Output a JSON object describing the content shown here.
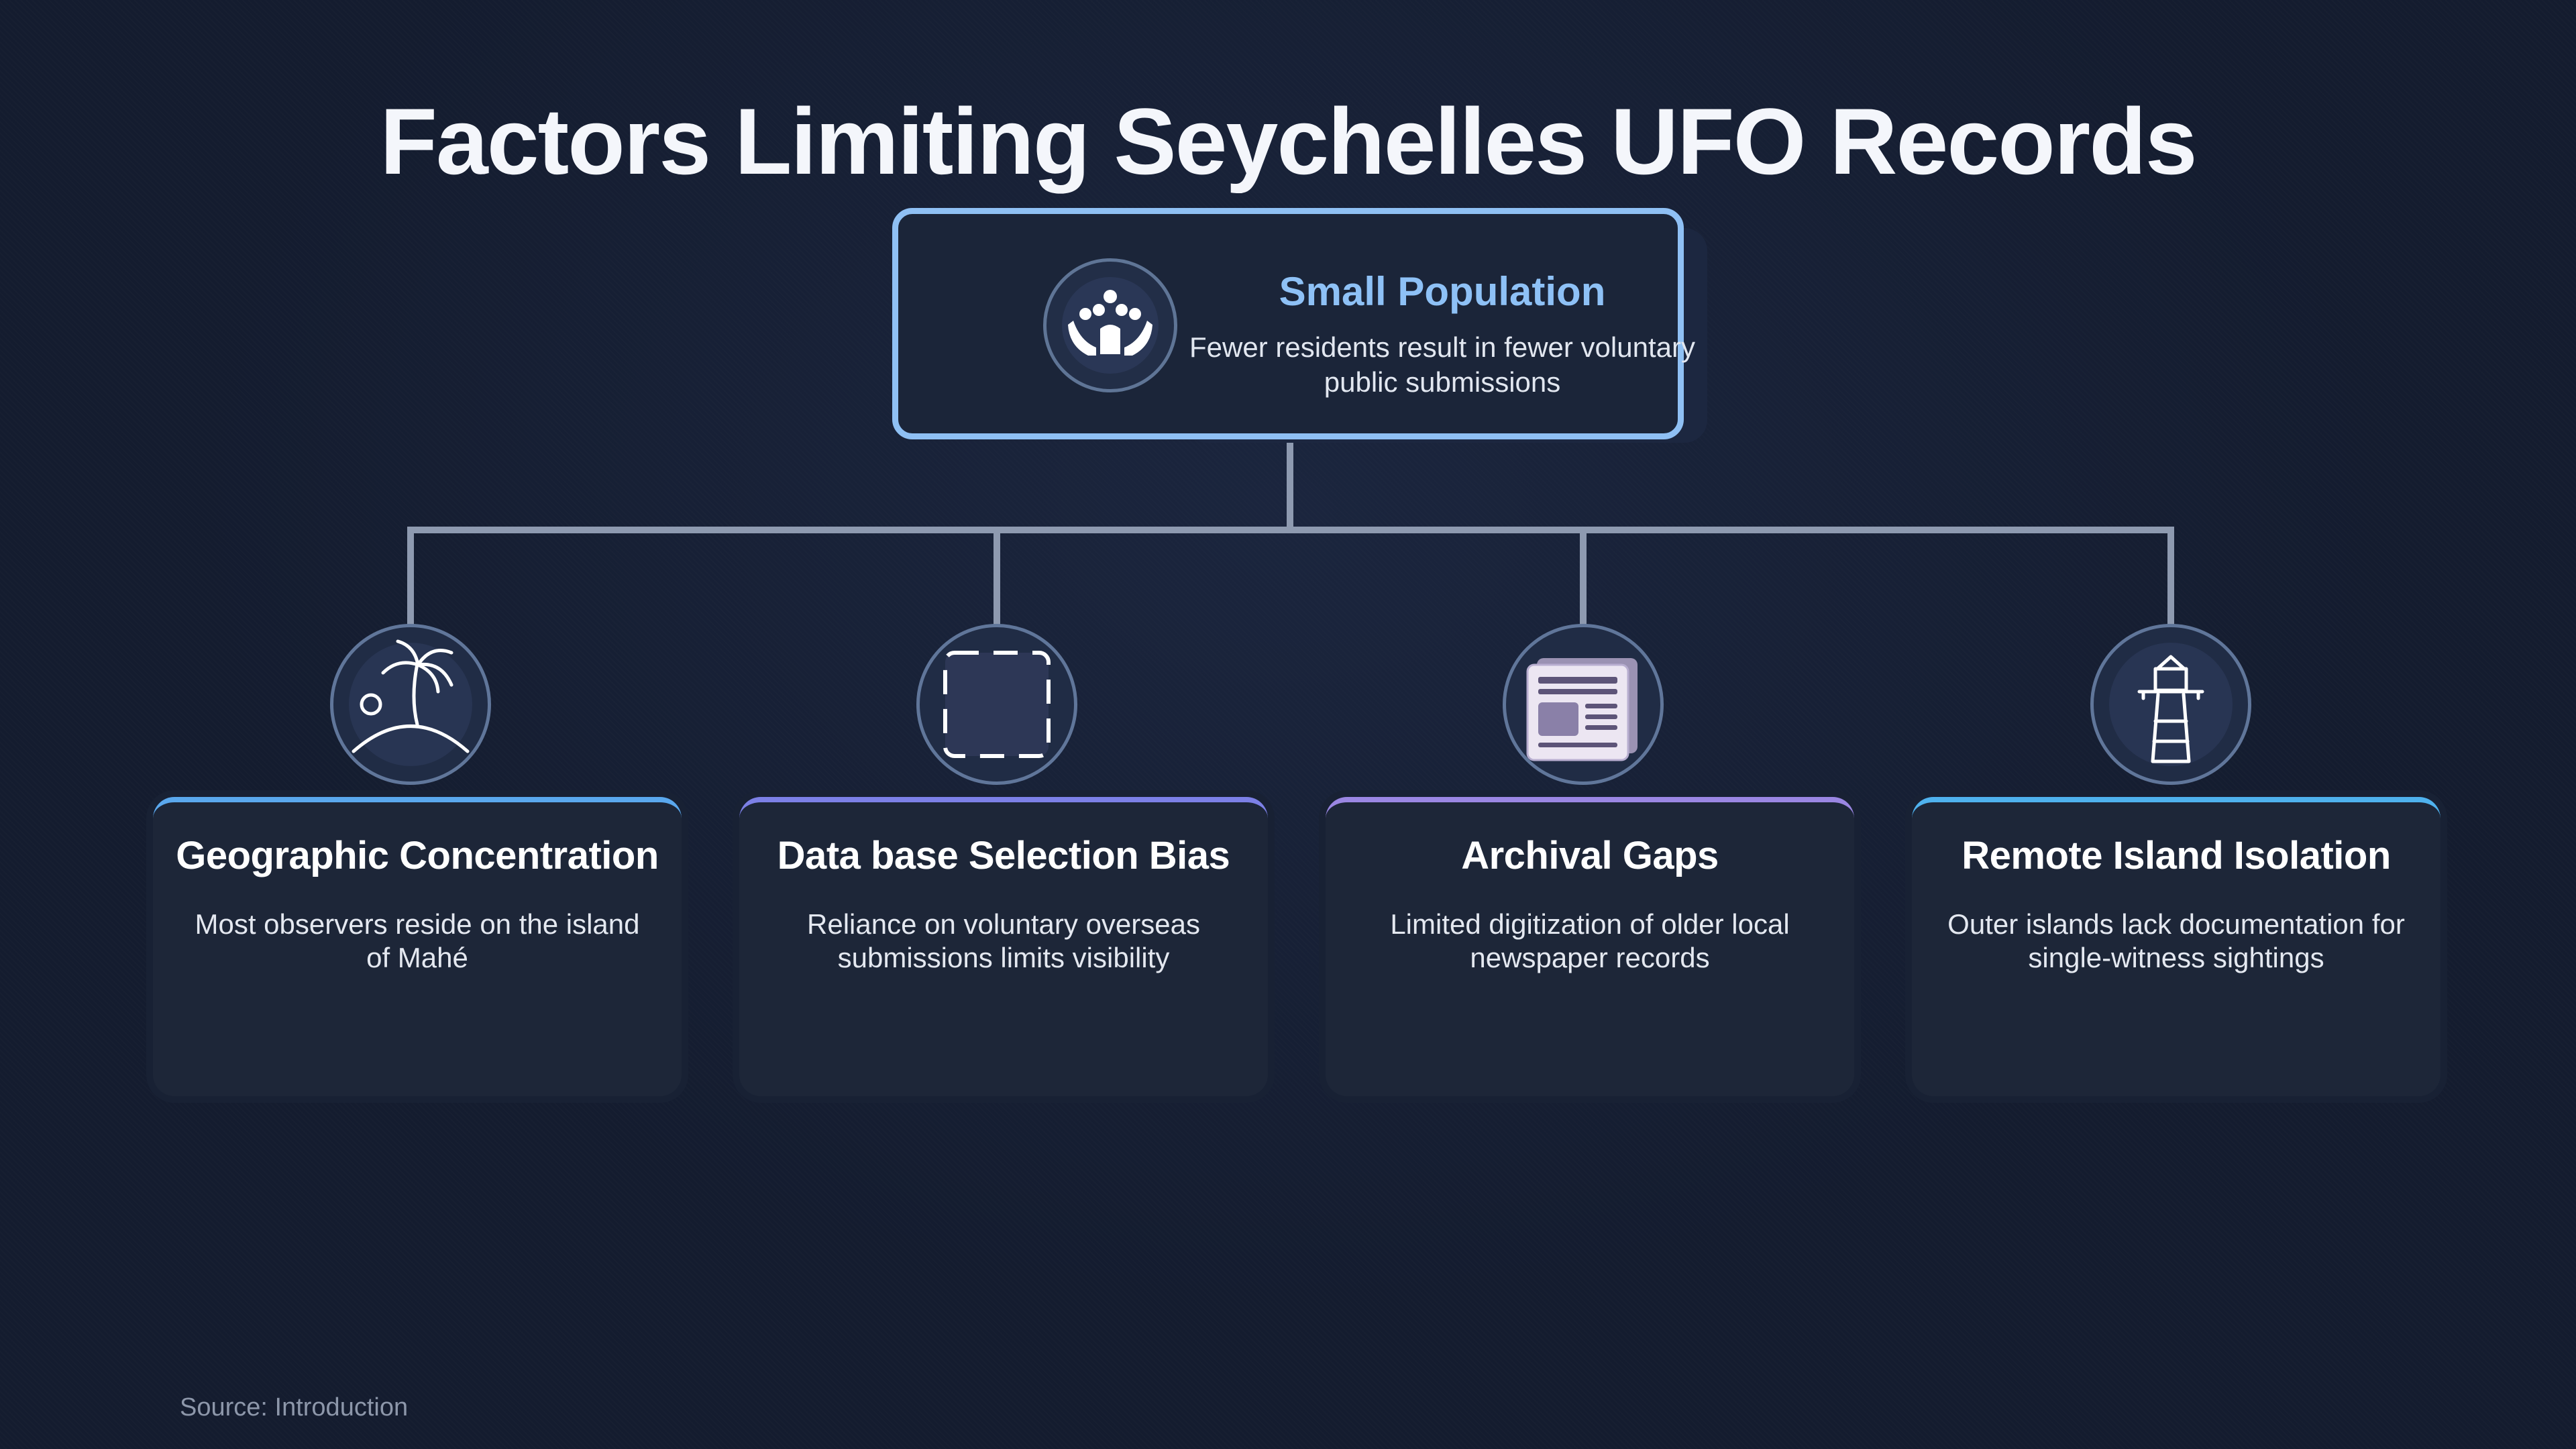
{
  "title": "Factors Limiting Seychelles UFO Records",
  "root": {
    "title": "Small Population",
    "description": "Fewer residents result in fewer voluntary public submissions",
    "icon": "people-icon"
  },
  "children": [
    {
      "title": "Geographic Concentration",
      "description": "Most observers reside on the island of Mahé",
      "icon": "palm-island-icon",
      "accent": "#5aa8ee"
    },
    {
      "title": "Data base Selection Bias",
      "description": "Reliance on voluntary overseas submissions limits visibility",
      "icon": "selection-frame-icon",
      "accent": "#7c80e6"
    },
    {
      "title": "Archival Gaps",
      "description": "Limited digitization of older local newspaper records",
      "icon": "newspaper-icon",
      "accent": "#9a86e2"
    },
    {
      "title": "Remote Island Isolation",
      "description": "Outer islands lack documentation for single-witness sightings",
      "icon": "lighthouse-icon",
      "accent": "#4fb2ee"
    }
  ],
  "source": "Source: Introduction",
  "colors": {
    "background": "#141c2f",
    "connector": "#8e9ab0",
    "root_border": "#8fc0f4",
    "root_title": "#8ec1f6"
  }
}
